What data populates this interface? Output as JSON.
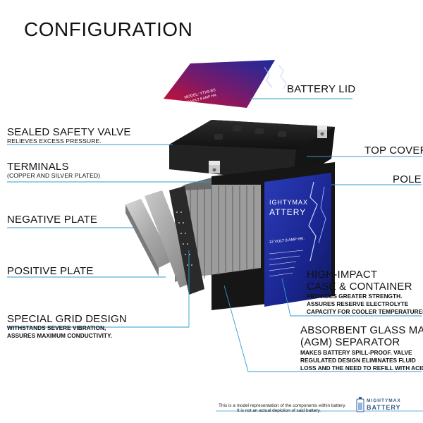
{
  "title": "CONFIGURATION",
  "labels": {
    "battery_lid": "BATTERY LID",
    "sealed_valve": "SEALED SAFETY VALVE",
    "sealed_valve_sub": "RELIEVES EXCESS PRESSURE.",
    "top_cover": "TOP COVER",
    "terminals": "TERMINALS",
    "terminals_sub": "(COPPER AND SILVER PLATED)",
    "pole": "POLE",
    "negative_plate": "NEGATIVE PLATE",
    "positive_plate": "POSITIVE PLATE",
    "high_impact_1": "HIGH-IMPACT",
    "high_impact_2": "CASE & CONTAINER",
    "high_impact_sub_1": "PROVIDES GREATER STRENGTH.",
    "high_impact_sub_2": "ASSURES RESERVE ELECTROLYTE",
    "high_impact_sub_3": "CAPACITY FOR COOLER TEMPERATURES.",
    "grid_design": "SPECIAL GRID DESIGN",
    "grid_sub_1": "WITHSTANDS SEVERE VIBRATION,",
    "grid_sub_2": "ASSURES MAXIMUM CONDUCTIVITY.",
    "agm_1": "ABSORBENT GLASS MAT",
    "agm_2": "(AGM) SEPARATOR",
    "agm_sub_1": "MAKES BATTERY SPILL-PROOF. VALVE",
    "agm_sub_2": "REGULATED DESIGN ELIMINATES FLUID",
    "agm_sub_3": "LOSS AND THE NEED TO REFILL WITH ACID."
  },
  "lid_text": {
    "model": "MODEL: YTX9-BS",
    "spec": "12 VOLT 8 AMP HR."
  },
  "case_text": {
    "brand_1": "IGHTYMAX",
    "brand_2": "ATTERY",
    "spec": "12 VOLT 8 AMP HR."
  },
  "footer": {
    "line1": "This is a model representation of the components within battery.",
    "line2": "It is not an actual depiction of said battery.",
    "logo_1": "MIGHTYMAX",
    "logo_2": "BATTERY"
  },
  "colors": {
    "leader": "#2f9bd0",
    "lid_red": "#c8102e",
    "lid_blue": "#1a2a8c",
    "case_blue": "#1f2fa0",
    "case_dark": "#1b1b1b"
  }
}
